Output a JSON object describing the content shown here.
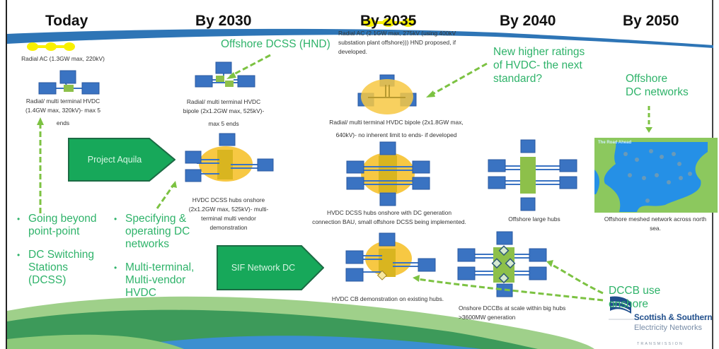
{
  "title": "HVDC / DC networks roadmap",
  "timeline": {
    "columns": [
      "Today",
      "By 2030",
      "By 2035",
      "By 2040",
      "By 2050"
    ]
  },
  "colors": {
    "band_blue": "#2e75b6",
    "node_blue": "#3a73c2",
    "hub_green": "#8dc04a",
    "oval_yellow": "#f7c843",
    "ac_yellow": "#f8f000",
    "annotation_green": "#2fb36a",
    "arrow_green": "#7cc242",
    "project_green": "#17a85a"
  },
  "today": {
    "radial_ac": "Radial AC (1.3GW max, 220kV)",
    "hvdc_caption_lines": [
      "Radial/ multi terminal HVDC",
      "(1.4GW max, 320kV)- max 5",
      "ends"
    ]
  },
  "by2030": {
    "annotation": "Offshore DCSS (HND)",
    "hvdc_caption_lines": [
      "Radial/ multi terminal HVDC",
      "bipole (2x1.2GW max, 525kV)-",
      "max 5 ends"
    ],
    "dcss_caption_lines": [
      "HVDC DCSS hubs onshore",
      "(2x1.2GW max, 525kV)- multi-",
      "terminal multi vendor",
      "demonstration"
    ]
  },
  "by2035": {
    "radial_ac_lines": [
      "Radial AC (2.1GW max, 275kV (using 400kV",
      "substation plant offshore))) HND proposed, if",
      "developed."
    ],
    "hvdc_caption_lines": [
      "Radial/ multi terminal HVDC bipole (2x1.8GW max,",
      "640kV)- no inherent limit to ends- if developed"
    ],
    "dcss_caption_lines": [
      "HVDC DCSS hubs onshore with DC generation",
      "connection BAU, small offshore DCSS being implemented."
    ],
    "cb_caption": "HVDC CB demonstration on existing hubs."
  },
  "by2040": {
    "annotation_lines": [
      "New higher ratings",
      "of HVDC- the next",
      "standard?"
    ],
    "hubs_caption": "Offshore large hubs",
    "dccb_caption_lines": [
      "Onshore DCCBs at scale within big hubs",
      ">3600MW generation"
    ]
  },
  "by2050": {
    "annotation_lines": [
      "Offshore",
      "DC networks"
    ],
    "map_title": "The Road Ahead",
    "map_caption_lines": [
      "Offshore meshed network across north",
      "sea."
    ]
  },
  "projects": [
    {
      "label": "Project Aquila"
    },
    {
      "label": "SIF Network DC"
    }
  ],
  "bullets_left": [
    {
      "lines": [
        "Going beyond",
        "point-point"
      ]
    },
    {
      "lines": [
        "DC Switching",
        "Stations",
        "(DCSS)"
      ]
    }
  ],
  "bullets_mid": [
    {
      "lines": [
        "Specifying &",
        "operating DC",
        "networks"
      ]
    },
    {
      "lines": [
        "Multi-terminal,",
        "Multi-vendor",
        "HVDC"
      ]
    }
  ],
  "dccb_annotation_lines": [
    "DCCB use",
    "onshore"
  ],
  "logo": {
    "line1": "Scottish & Southern",
    "line2": "Electricity Networks",
    "line3": "TRANSMISSION"
  }
}
